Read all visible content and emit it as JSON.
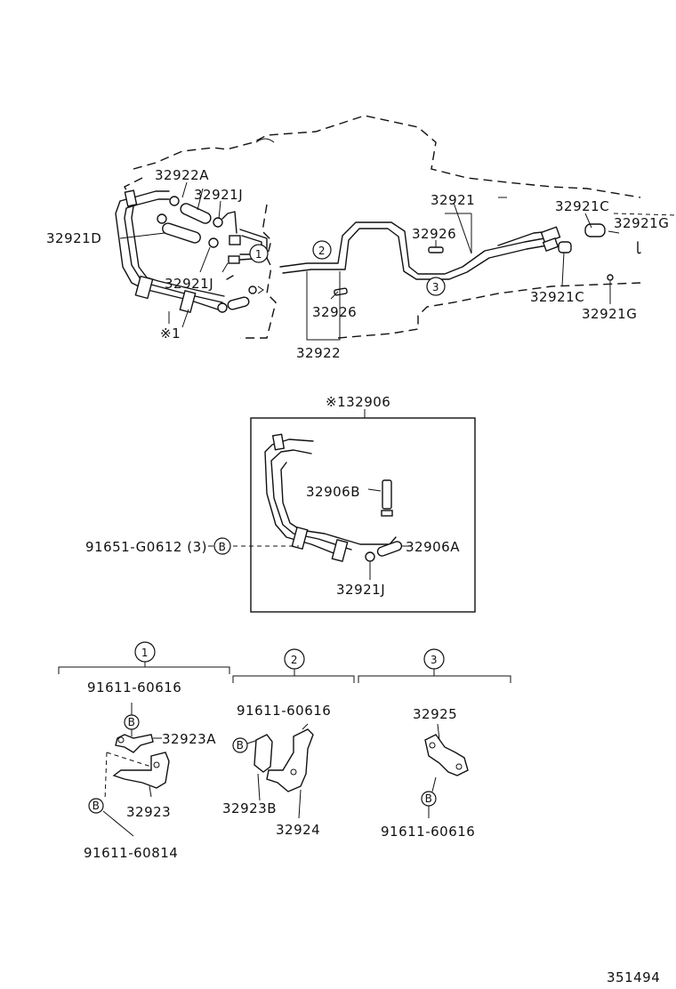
{
  "top": {
    "labels": {
      "p32922A": "32922A",
      "p32921J_a": "32921J",
      "p32921D": "32921D",
      "p32921J_b": "32921J",
      "note1": "※1",
      "p32921": "32921",
      "p32926_a": "32926",
      "p32926_b": "32926",
      "p32922": "32922",
      "p32921C_a": "32921C",
      "p32921G_a": "32921G",
      "p32921C_b": "32921C",
      "p32921G_b": "32921G"
    },
    "markers": {
      "m1": "1",
      "m2": "2",
      "m3": "3"
    }
  },
  "inset": {
    "title": "※132906",
    "labels": {
      "p32906B": "32906B",
      "p32906A": "32906A",
      "p32921J": "32921J",
      "bolt": "91651-G0612 (3)"
    },
    "bolt_marker": "B"
  },
  "details": {
    "group1": {
      "marker": "1",
      "bolt_top": "91611-60616",
      "p32923A": "32923A",
      "p32923": "32923",
      "bolt_bottom": "91611-60814"
    },
    "group2": {
      "marker": "2",
      "bolt": "91611-60616",
      "p32923B": "32923B",
      "p32924": "32924"
    },
    "group3": {
      "marker": "3",
      "p32925": "32925",
      "bolt": "91611-60616"
    },
    "bolt_marker": "B"
  },
  "footer": {
    "diagram_number": "351494"
  }
}
